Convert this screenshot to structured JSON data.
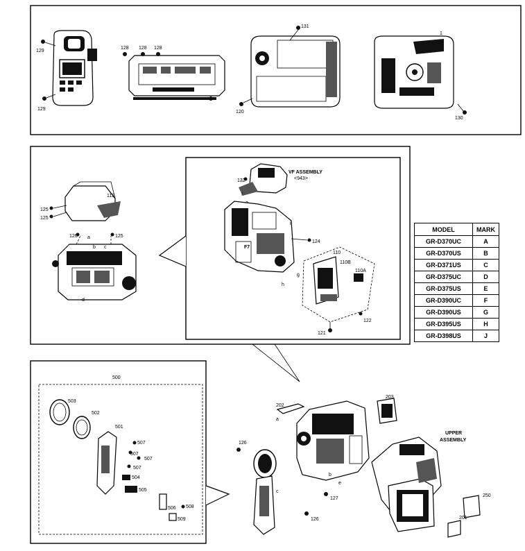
{
  "views": {
    "label_129": "129",
    "label_128": "128",
    "label_131": "131",
    "label_130": "130",
    "label_1": "1"
  },
  "middle": {
    "label_112": "112",
    "label_125": "125",
    "label_126": "126",
    "label_a": "a",
    "label_b": "b",
    "label_c": "c",
    "label_d": "d"
  },
  "inset": {
    "vf_title": "VF ASSEMBLY",
    "vf_sub": "<943>",
    "label_132": "132",
    "label_f": "f",
    "label_e": "e",
    "label_i": "i",
    "label_124": "124",
    "label_110": "110",
    "label_110b": "110B",
    "label_110a": "110A",
    "label_g": "g",
    "label_h": "h",
    "label_122": "122",
    "label_121": "121",
    "label_f7": "F7"
  },
  "table": {
    "header_model": "MODEL",
    "header_mark": "MARK",
    "rows": [
      {
        "model": "GR-D370UC",
        "mark": "A"
      },
      {
        "model": "GR-D370US",
        "mark": "B"
      },
      {
        "model": "GR-D371US",
        "mark": "C"
      },
      {
        "model": "GR-D375UC",
        "mark": "D"
      },
      {
        "model": "GR-D375US",
        "mark": "E"
      },
      {
        "model": "GR-D390UC",
        "mark": "F"
      },
      {
        "model": "GR-D390US",
        "mark": "G"
      },
      {
        "model": "GR-D395US",
        "mark": "H"
      },
      {
        "model": "GR-D398US",
        "mark": "J"
      }
    ]
  },
  "lens": {
    "label_500": "500",
    "label_503": "503",
    "label_502": "502",
    "label_501": "501",
    "label_507": "507",
    "label_504": "504",
    "label_505": "505",
    "label_506": "506",
    "label_508": "508",
    "label_509": "509"
  },
  "lower": {
    "label_202": "202",
    "label_203": "203",
    "upper_assembly_1": "UPPER",
    "upper_assembly_2": "ASSEMBLY",
    "label_126": "126",
    "label_127": "127",
    "label_250": "250",
    "label_201": "201",
    "label_a": "a",
    "label_b": "b",
    "label_c": "c",
    "label_e": "e"
  }
}
